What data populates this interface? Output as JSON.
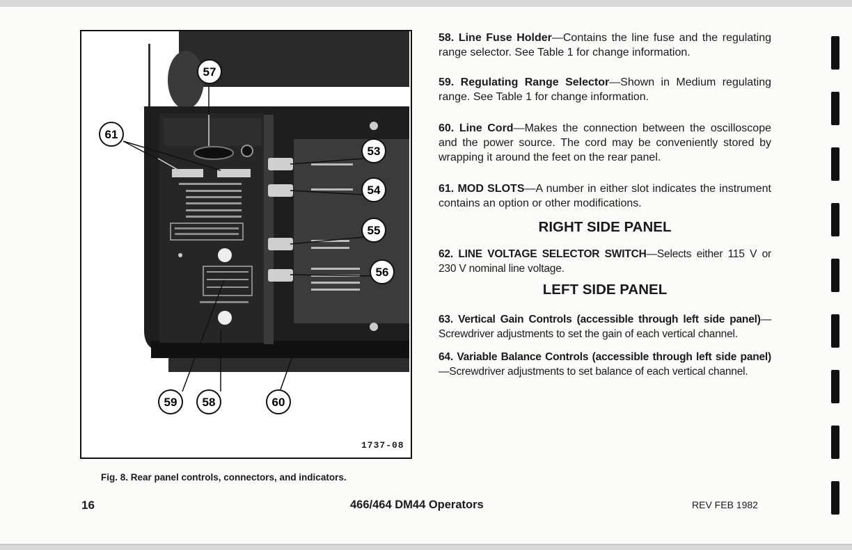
{
  "figure": {
    "id_label": "1737-08",
    "caption": "Fig. 8.  Rear panel controls, connectors, and indicators.",
    "callouts": [
      "57",
      "61",
      "53",
      "54",
      "55",
      "56",
      "59",
      "58",
      "60"
    ]
  },
  "items": [
    {
      "num": "58.",
      "title": "Line Fuse Holder",
      "body": "—Contains the line fuse and the regulating range selector. See Table 1 for change information."
    },
    {
      "num": "59.",
      "title": "Regulating Range Selector",
      "body": "—Shown in Medium regulating range. See Table 1 for change information."
    },
    {
      "num": "60.",
      "title": "Line Cord",
      "body": "—Makes the connection between the oscilloscope and the power source. The cord may be conveniently stored by wrapping it around the feet on the rear panel."
    },
    {
      "num": "61.",
      "title": "MOD SLOTS",
      "body": "—A number in either slot indicates the instrument contains an option or other modifications."
    },
    {
      "num": "62.",
      "title": "LINE VOLTAGE SELECTOR SWITCH",
      "body": "—Selects either 115 V or 230 V nominal line voltage."
    },
    {
      "num": "63.",
      "title": "Vertical Gain Controls (accessible through left side panel)",
      "body": "—Screwdriver adjustments to set the gain of each vertical channel."
    },
    {
      "num": "64.",
      "title": "Variable Balance Controls (accessible through left side panel)",
      "body": "—Screwdriver adjustments to set balance of each vertical channel."
    }
  ],
  "headings": {
    "right_side_panel": "RIGHT SIDE PANEL",
    "left_side_panel": "LEFT SIDE PANEL"
  },
  "footer": {
    "page_number": "16",
    "title": "466/464 DM44 Operators",
    "revision": "REV FEB 1982"
  }
}
